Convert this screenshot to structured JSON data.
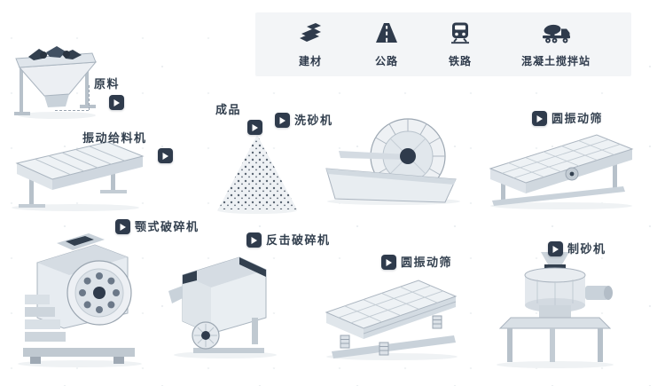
{
  "colors": {
    "dark_navy": "#2f3b4c",
    "machine_light": "#eceff3",
    "machine_mid": "#c6cfd7",
    "machine_shadow": "#aab4bf",
    "legend_panel_bg": "#f3f5f7"
  },
  "legend": {
    "items": [
      {
        "id": "building-materials",
        "label": "建材"
      },
      {
        "id": "highway",
        "label": "公路"
      },
      {
        "id": "railway",
        "label": "铁路"
      },
      {
        "id": "concrete-mixing-plant",
        "label": "混凝土搅拌站"
      }
    ]
  },
  "nodes": [
    {
      "id": "raw-material",
      "label": "原料"
    },
    {
      "id": "vibrating-feeder",
      "label": "振动给料机"
    },
    {
      "id": "finished-product",
      "label": "成品"
    },
    {
      "id": "sand-washer",
      "label": "洗砂机"
    },
    {
      "id": "vibrating-screen-top",
      "label": "圆振动筛"
    },
    {
      "id": "jaw-crusher",
      "label": "颚式破碎机"
    },
    {
      "id": "impact-crusher",
      "label": "反击破碎机"
    },
    {
      "id": "vibrating-screen-bottom",
      "label": "圆振动筛"
    },
    {
      "id": "sand-making-machine",
      "label": "制砂机"
    }
  ]
}
